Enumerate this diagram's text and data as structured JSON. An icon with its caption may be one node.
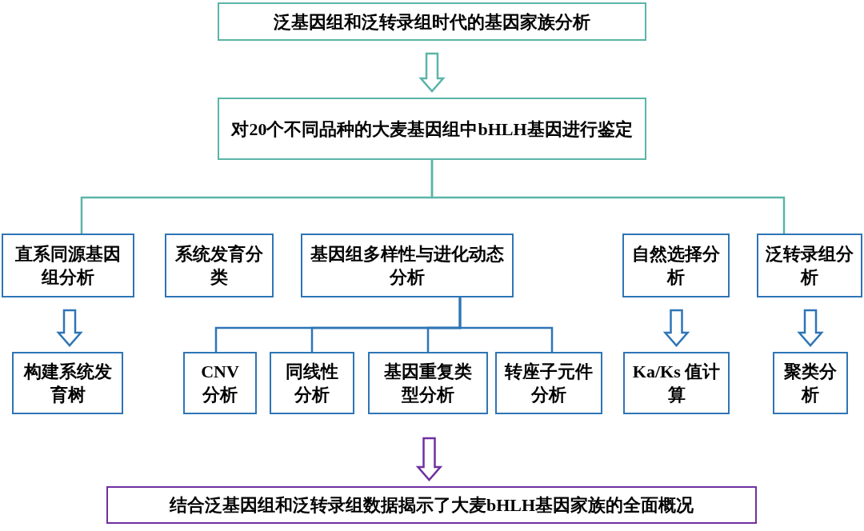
{
  "diagram": {
    "nodes": [
      {
        "text": [
          "泛基因组和泛转录组时代的基因家族分析"
        ]
      },
      {
        "text": [
          "对20个不同品种的大麦基因组中bHLH基因进行鉴定"
        ]
      },
      {
        "text": [
          "直系同源基因组分析"
        ]
      },
      {
        "text": [
          "系统发育分类"
        ]
      },
      {
        "text": [
          "基因组多样性与进化动态分析"
        ]
      },
      {
        "text": [
          "自然选择分析"
        ]
      },
      {
        "text": [
          "泛转录组分析"
        ]
      },
      {
        "text": [
          "构建系统发育树"
        ]
      },
      {
        "text": [
          "CNV 分析"
        ]
      },
      {
        "text": [
          "同线性分析"
        ]
      },
      {
        "text": [
          "基因重复类型分析"
        ]
      },
      {
        "text": [
          "转座子元件分析"
        ]
      },
      {
        "text": [
          "Ka/Ks 值计算"
        ]
      },
      {
        "text": [
          "聚类分析"
        ]
      },
      {
        "text": [
          "结合泛基因组和泛转录组数据揭示了大麦bHLH基因家族的全面概况"
        ]
      }
    ],
    "edges": [
      {
        "from": 0,
        "to": 1,
        "arrow": "to"
      },
      {
        "from": 1,
        "to": 2,
        "arrow": "none"
      },
      {
        "from": 1,
        "to": 6,
        "arrow": "none"
      },
      {
        "from": 2,
        "to": 7,
        "arrow": "to",
        "color": "#2e75b6"
      },
      {
        "from": 4,
        "to": 8,
        "arrow": "none",
        "color": "#2e75b6"
      },
      {
        "from": 4,
        "to": 9,
        "arrow": "none",
        "color": "#2e75b6"
      },
      {
        "from": 4,
        "to": 10,
        "arrow": "none",
        "color": "#2e75b6"
      },
      {
        "from": 4,
        "to": 11,
        "arrow": "none",
        "color": "#2e75b6"
      },
      {
        "from": 5,
        "to": 12,
        "arrow": "to",
        "color": "#2e75b6"
      },
      {
        "from": 6,
        "to": 13,
        "arrow": "to",
        "color": "#2e75b6"
      },
      {
        "from": null,
        "to": 14,
        "arrow": "to",
        "color": "#7030a0"
      }
    ]
  }
}
